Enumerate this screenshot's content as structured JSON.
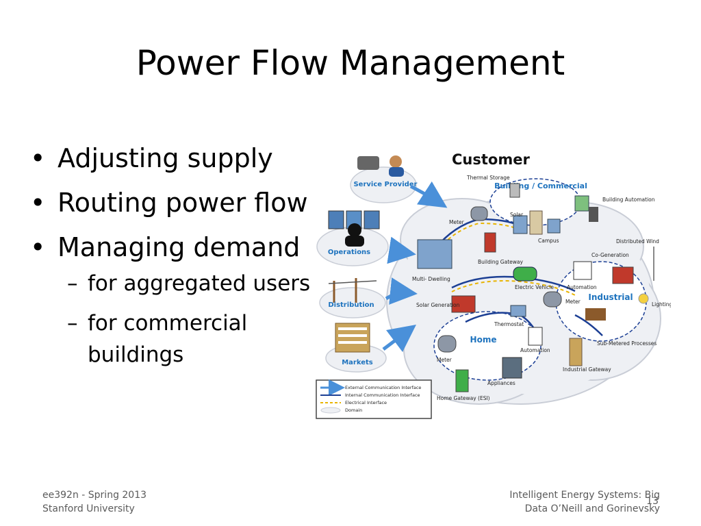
{
  "slide": {
    "title": "Power Flow Management",
    "bullets": [
      {
        "text": "Adjusting supply"
      },
      {
        "text": "Routing power flow"
      },
      {
        "text": "Managing demand"
      }
    ],
    "sub_bullets": [
      {
        "dash": "–",
        "text": "for aggregated users"
      },
      {
        "dash": "–",
        "text": "for commercial buildings"
      }
    ],
    "footer_left": [
      "ee392n - Spring 2013",
      "Stanford University"
    ],
    "footer_right": [
      "Intelligent Energy Systems: Big",
      "Data   O’Neill and Gorinevsky"
    ],
    "page_number": "13"
  },
  "diagram": {
    "heading": "Customer",
    "domains": {
      "service_provider": "Service Provider",
      "operations": "Operations",
      "distribution": "Distribution",
      "markets": "Markets",
      "building": "Building / Commercial",
      "industrial": "Industrial",
      "home": "Home"
    },
    "labels": {
      "thermal_storage": "Thermal Storage",
      "meter_top": "Meter",
      "solar_top": "Solar",
      "campus": "Campus",
      "building_automation": "Building Automation",
      "distributed_wind": "Distributed Wind",
      "co_generation": "Co-Generation",
      "multi_dwelling": "Multi- Dwelling",
      "building_gateway": "Building Gateway",
      "electric_vehicle": "Electric Vehicle",
      "automation_ind": "Automation",
      "meter_ind": "Meter",
      "lighting": "Lighting",
      "solar_generation": "Solar Generation",
      "thermostat": "Thermostat",
      "automation_home": "Automation",
      "sub_metered": "Sub-Metered Processes",
      "meter_home": "Meter",
      "appliances": "Appliances",
      "industrial_gateway": "Industrial Gateway",
      "home_gateway": "Home Gateway (ESI)"
    },
    "legend": [
      {
        "label": "External Communication Interface",
        "style": "arrow"
      },
      {
        "label": "Internal Communication Interface",
        "style": "solid"
      },
      {
        "label": "Electrical Interface",
        "style": "dashed"
      },
      {
        "label": "Domain",
        "style": "ellipse"
      }
    ],
    "colors": {
      "domain_blue": "#1e73be",
      "cloud_fill": "#eef0f4",
      "cloud_stroke": "#c9cdd6",
      "arrow_blue": "#4a90d9",
      "dark_blue_line": "#1c3f94",
      "yellow_line": "#e8b400"
    }
  }
}
